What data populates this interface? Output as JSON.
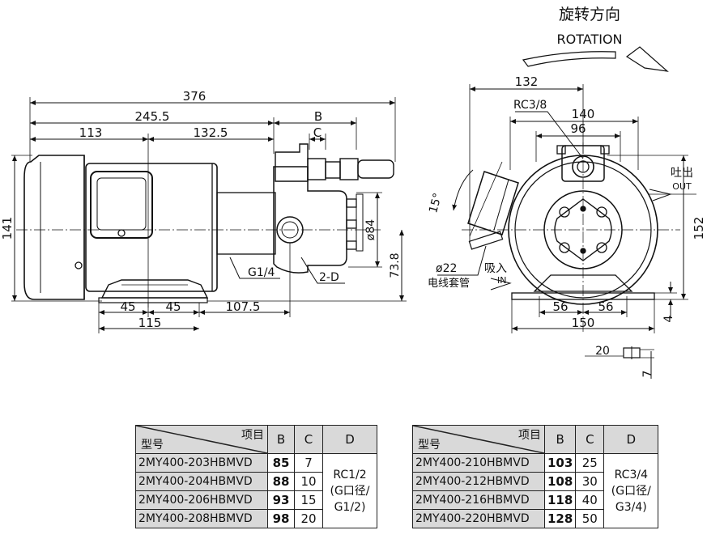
{
  "rotation": {
    "label_cn": "旋转方向",
    "label_en": "ROTATION"
  },
  "side_view": {
    "overall_length": "376",
    "length_to_pump": "245.5",
    "dim_113": "113",
    "dim_132_5": "132.5",
    "dim_B": "B",
    "dim_C": "C",
    "height": "141",
    "foot_45_left": "45",
    "foot_45_right": "45",
    "foot_107_5": "107.5",
    "foot_115": "115",
    "port_g14": "G1/4",
    "port_2d": "2-D",
    "dia_84": "ø84",
    "dim_73_8": "73.8"
  },
  "front_view": {
    "dim_132": "132",
    "rc38": "RC3/8",
    "dim_140": "140",
    "dim_96": "96",
    "angle_15": "15°",
    "outlet_cn": "吐出",
    "outlet_en": "OUT",
    "dim_152": "152",
    "conduit_dia": "ø22",
    "conduit_cn": "电线套管",
    "inlet_cn": "吸入",
    "inlet_en": "IN",
    "foot_56_left": "56",
    "foot_56_right": "56",
    "foot_150": "150",
    "dim_4": "4",
    "dim_20": "20",
    "dim_7": "7"
  },
  "table_header": {
    "item": "项目",
    "model": "型号",
    "b": "B",
    "c": "C",
    "d": "D"
  },
  "table_left": {
    "rows": [
      {
        "model": "2MY400-203HBMVD",
        "b": "85",
        "c": "7"
      },
      {
        "model": "2MY400-204HBMVD",
        "b": "88",
        "c": "10"
      },
      {
        "model": "2MY400-206HBMVD",
        "b": "93",
        "c": "15"
      },
      {
        "model": "2MY400-208HBMVD",
        "b": "98",
        "c": "20"
      }
    ],
    "d_lines": [
      "RC1/2",
      "(G口径/",
      "G1/2)"
    ]
  },
  "table_right": {
    "rows": [
      {
        "model": "2MY400-210HBMVD",
        "b": "103",
        "c": "25"
      },
      {
        "model": "2MY400-212HBMVD",
        "b": "108",
        "c": "30"
      },
      {
        "model": "2MY400-216HBMVD",
        "b": "118",
        "c": "40"
      },
      {
        "model": "2MY400-220HBMVD",
        "b": "128",
        "c": "50"
      }
    ],
    "d_lines": [
      "RC3/4",
      "(G口径/",
      "G3/4)"
    ]
  }
}
